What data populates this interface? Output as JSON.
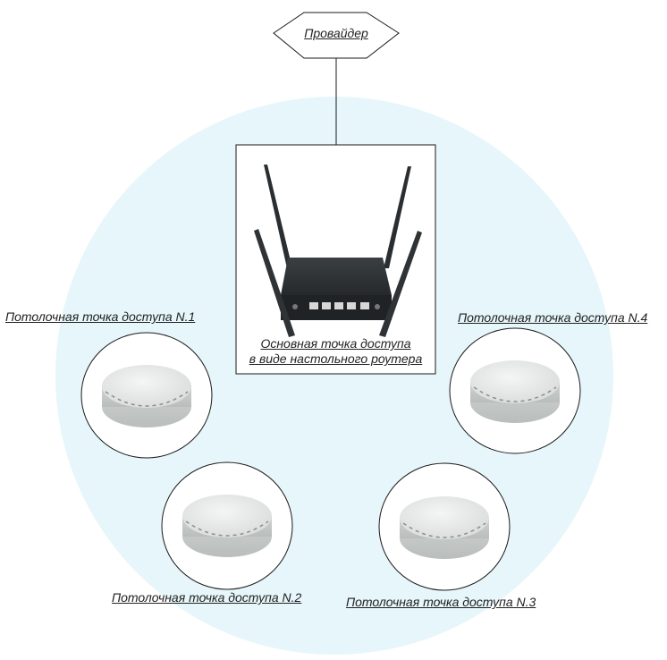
{
  "diagram": {
    "provider": {
      "label": "Провайдер"
    },
    "main_ap": {
      "line1": "Основная точка доступа",
      "line2": "в виде настольного роутера"
    },
    "ceiling_aps": [
      {
        "label": "Потолочная точка доступа N.1"
      },
      {
        "label": "Потолочная точка доступа N.2"
      },
      {
        "label": "Потолочная точка доступа N.3"
      },
      {
        "label": "Потолочная точка доступа N.4"
      }
    ]
  },
  "colors": {
    "coverage": "#e6f6fa",
    "stroke": "#1a1a1a",
    "device_body": "#e4e7e6",
    "router_body": "#2d3134"
  }
}
